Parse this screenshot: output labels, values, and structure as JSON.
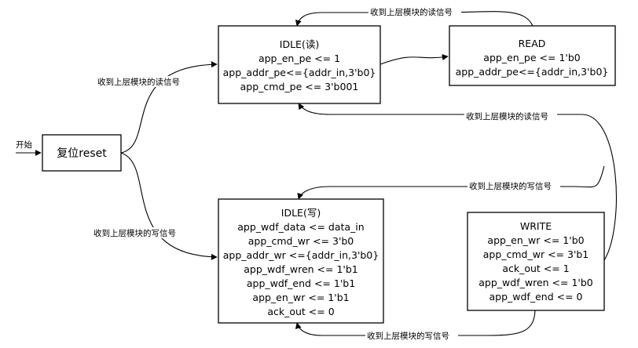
{
  "states": {
    "reset": {
      "title": "复位reset",
      "lines": []
    },
    "idle_read": {
      "title": "IDLE(读)",
      "lines": [
        "app_en_pe <= 1",
        "app_addr_pe<={addr_in,3'b0}",
        "app_cmd_pe <= 3'b001"
      ]
    },
    "read": {
      "title": "READ",
      "lines": [
        "app_en_pe <= 1'b0",
        "app_addr_pe<={addr_in,3'b0}"
      ]
    },
    "idle_write": {
      "title": "IDLE(写)",
      "lines": [
        "app_wdf_data <= data_in",
        "app_cmd_wr <= 3'b0",
        "app_addr_wr <={addr_in,3'b0}",
        "app_wdf_wren <= 1'b1",
        "app_wdf_end <= 1'b1",
        "app_en_wr <= 1'b1",
        "ack_out <= 0"
      ]
    },
    "write": {
      "title": "WRITE",
      "lines": [
        "app_en_wr <= 1'b0",
        "app_cmd_wr <= 3'b1",
        "ack_out <= 1",
        "app_wdf_wren <= 1'b0",
        "app_wdf_end <= 0"
      ]
    }
  },
  "start_label": "开始",
  "edges": {
    "reset_to_idle_read": "收到上层模块的读信号",
    "reset_to_idle_write": "收到上层模块的写信号",
    "read_to_idle_read_top": "收到上层模块的读信号",
    "write_to_idle_read": "收到上层模块的读信号",
    "write_to_idle_write_top": "收到上层模块的写信号",
    "write_to_idle_write_bottom": "收到上层模块的写信号"
  }
}
